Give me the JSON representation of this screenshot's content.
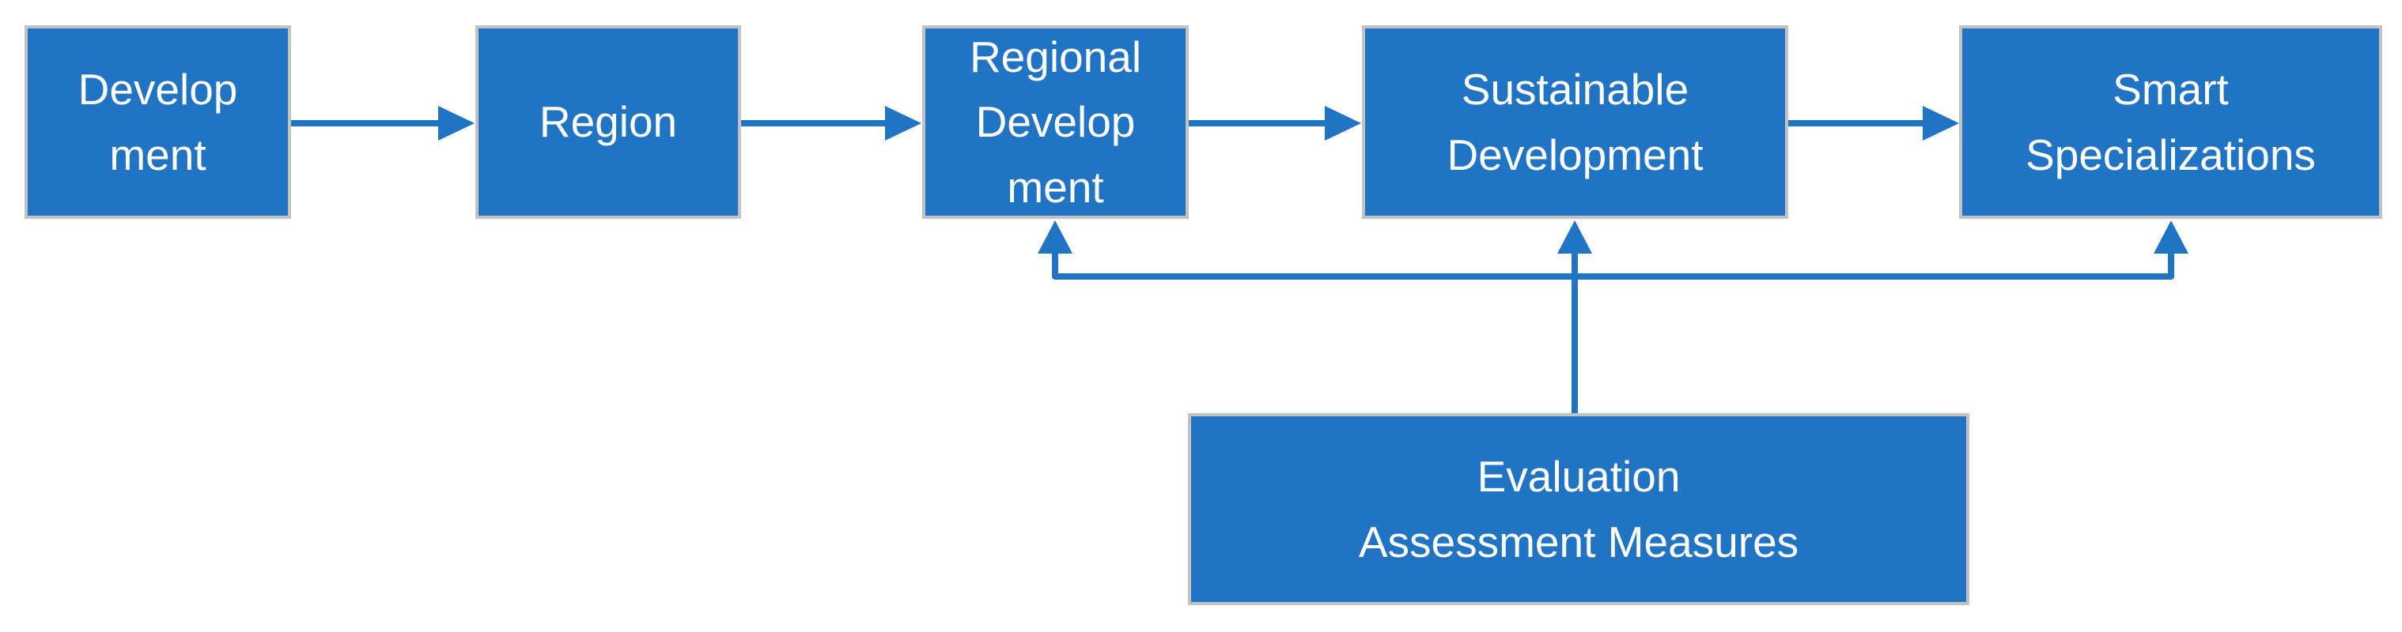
{
  "diagram": {
    "nodes": [
      {
        "id": "development",
        "label": "Develop\nment"
      },
      {
        "id": "region",
        "label": "Region"
      },
      {
        "id": "regional-development",
        "label": "Regional\nDevelop\nment"
      },
      {
        "id": "sustainable-development",
        "label": "Sustainable\nDevelopment"
      },
      {
        "id": "smart-specializations",
        "label": "Smart\nSpecializations"
      },
      {
        "id": "evaluation-assessment-measures",
        "label": "Evaluation\nAssessment Measures"
      }
    ],
    "edges": [
      {
        "from": "development",
        "to": "region"
      },
      {
        "from": "region",
        "to": "regional-development"
      },
      {
        "from": "regional-development",
        "to": "sustainable-development"
      },
      {
        "from": "sustainable-development",
        "to": "smart-specializations"
      },
      {
        "from": "evaluation-assessment-measures",
        "to": "regional-development"
      },
      {
        "from": "evaluation-assessment-measures",
        "to": "sustainable-development"
      },
      {
        "from": "evaluation-assessment-measures",
        "to": "smart-specializations"
      }
    ],
    "colors": {
      "node_fill": "#2173C4",
      "node_border": "#C2C2C2",
      "arrow": "#2173C4",
      "text": "#FFFFFF",
      "background": "#FFFFFF"
    }
  }
}
